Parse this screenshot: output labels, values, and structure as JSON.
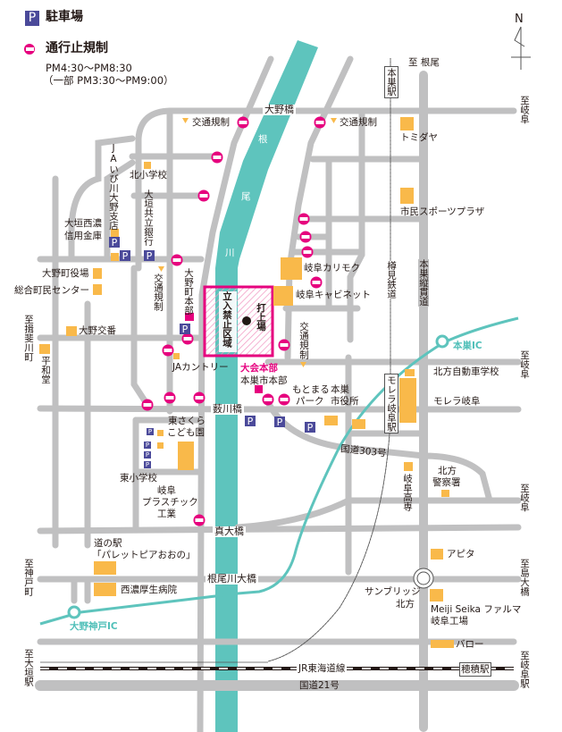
{
  "legend": {
    "parking_icon": "P",
    "parking_label": "駐車場",
    "closure_label": "通行止規制",
    "time_main": "PM4:30〜PM8:30",
    "time_partial": "（一部 PM3:30〜PM9:00）"
  },
  "compass": "N",
  "colors": {
    "river": "#5ec4bd",
    "road": "#c0c0c1",
    "closure": "#e6007e",
    "parking": "#4b4a9a",
    "facility": "#f9b94a",
    "zone": "#e6007e"
  },
  "labels": {
    "ohno_bridge": "大野橋",
    "traffic_reg_1": "交通規制",
    "traffic_reg_2": "交通規制",
    "traffic_reg_3": "交通規制",
    "traffic_reg_4": "交通規制",
    "river_1": "根",
    "river_2": "尾",
    "river_3": "川",
    "ja_ibigawa": "JAいび川大野支店",
    "kita_elementary": "北小学校",
    "ogaki_kyoritsu": "大垣共立銀行",
    "ogaki_seino_1": "大垣西濃",
    "ogaki_seino_2": "信用金庫",
    "ohno_town_office": "大野町役場",
    "community_center": "総合町民センター",
    "ohno_hq": "大野町本部",
    "no_entry_zone": "立入禁止区域",
    "launch_site": "打上場",
    "ohno_police_box": "大野交番",
    "to_ibigawa": "至揖斐川町",
    "heiwado": "平和堂",
    "ja_country": "JAカントリー",
    "event_hq": "大会本部",
    "motosu_hq": "本巣市本部",
    "yabukawa_bridge": "薮川橋",
    "higashi_sakura_1": "東さくら",
    "higashi_sakura_2": "こども園",
    "higashi_elementary": "東小学校",
    "gifu_plastic_1": "岐阜",
    "gifu_plastic_2": "プラスチック",
    "gifu_plastic_3": "工業",
    "shindai_bridge": "真大橋",
    "michinoeki_1": "道の駅",
    "michinoeki_2": "「パレットピアおおの」",
    "neogawa_bridge": "根尾川大橋",
    "seino_hospital": "西濃厚生病院",
    "to_godo": "至神戸町",
    "ohno_godo_ic": "大野神戸IC",
    "to_ogaki_station": "至大垣駅",
    "route21": "国道21号",
    "jr_line": "JR東海道線",
    "hozumi_station": "穂積駅",
    "to_gifu_station": "至岐阜駅",
    "valor": "バロー",
    "meiji_seika_1": "Meiji Seika ファルマ",
    "meiji_seika_2": "岐阜工場",
    "sunbridge_1": "サンブリッジ",
    "sunbridge_2": "北方",
    "apita": "アピタ",
    "to_shima_bridge": "至島大橋",
    "to_gifu_1": "至岐阜",
    "to_gifu_2": "至岐阜",
    "to_gifu_3": "至岐阜",
    "kitagata_police_1": "北方",
    "kitagata_police_2": "警察署",
    "gifu_kosen": "岐阜高専",
    "route303": "国道303号",
    "motomaru_1": "もとまる",
    "motomaru_2": "パーク",
    "motosu_city_hall_1": "本巣",
    "motosu_city_hall_2": "市役所",
    "morera_station": "モレラ岐阜駅",
    "kitagata_driving_school": "北方自動車学校",
    "morera_gifu": "モレラ岐阜",
    "motosu_ic": "本巣IC",
    "gifu_cabinet": "岐阜キャビネット",
    "gifu_karimoku": "岐阜カリモク",
    "tarumi_railway": "樽見鉄道",
    "motosu_road": "本巣縦貫道",
    "sports_plaza": "市民スポーツプラザ",
    "tomidaya": "トミダヤ",
    "motosu_station": "本巣駅",
    "to_neo": "至 根尾"
  }
}
